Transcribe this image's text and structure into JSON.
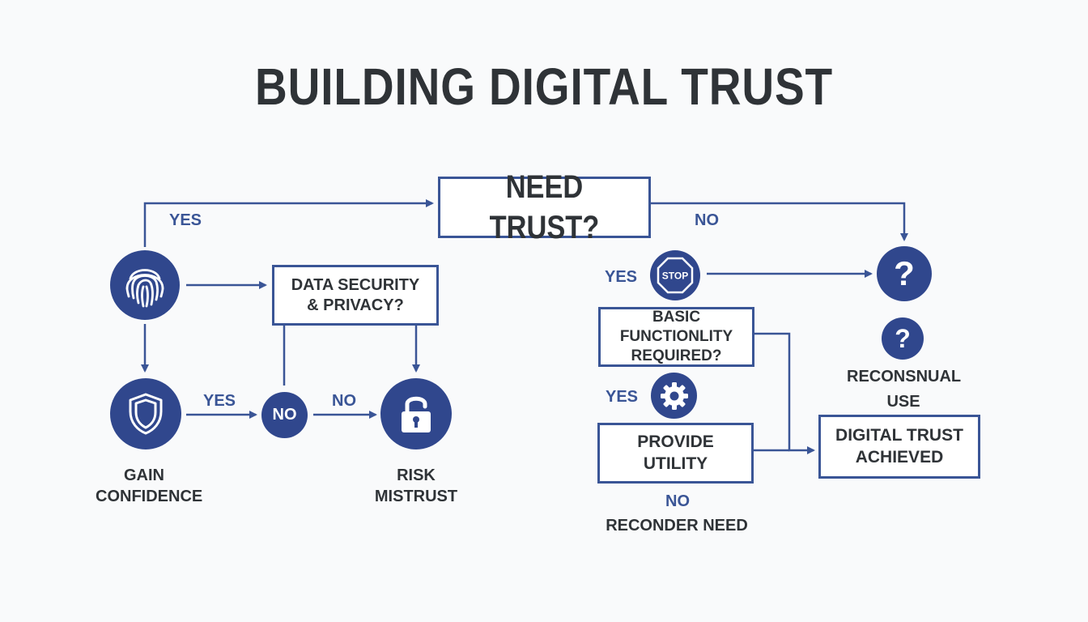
{
  "title": "BUILDING DIGITAL TRUST",
  "colors": {
    "accent": "#30478d",
    "line": "#3a5596",
    "text": "#2f3337",
    "background": "#f9fafb"
  },
  "boxes": {
    "need_trust": "NEED TRUST?",
    "data_security": "DATA SECURITY\n& PRIVACY?",
    "basic_functionality": "BASIC FUNCTIONLITY\nREQUIRED?",
    "provide_utility": "PROVIDE\nUTILITY",
    "digital_trust_achieved": "DIGITAL TRUST\nACHIEVED"
  },
  "icons": {
    "fingerprint": "fingerprint-icon",
    "shield": "shield-icon",
    "unlock": "unlock-icon",
    "stop": "stop-sign-icon",
    "stop_text": "STOP",
    "question": "question-icon",
    "question_glyph": "?",
    "gear": "gear-icon",
    "no_circle": "NO"
  },
  "edge_labels": {
    "yes_top": "YES",
    "no_top": "NO",
    "yes_shield": "YES",
    "no_middle": "NO",
    "yes_stop": "YES",
    "yes_gear": "YES",
    "no_bottom": "NO"
  },
  "captions": {
    "gain_confidence": "GAIN\nCONFIDENCE",
    "risk_mistrust": "RISK\nMISTRUST",
    "reconsensual_use": "RECONSNUAL\nUSE",
    "reconsider_need": "RECONDER NEED"
  }
}
